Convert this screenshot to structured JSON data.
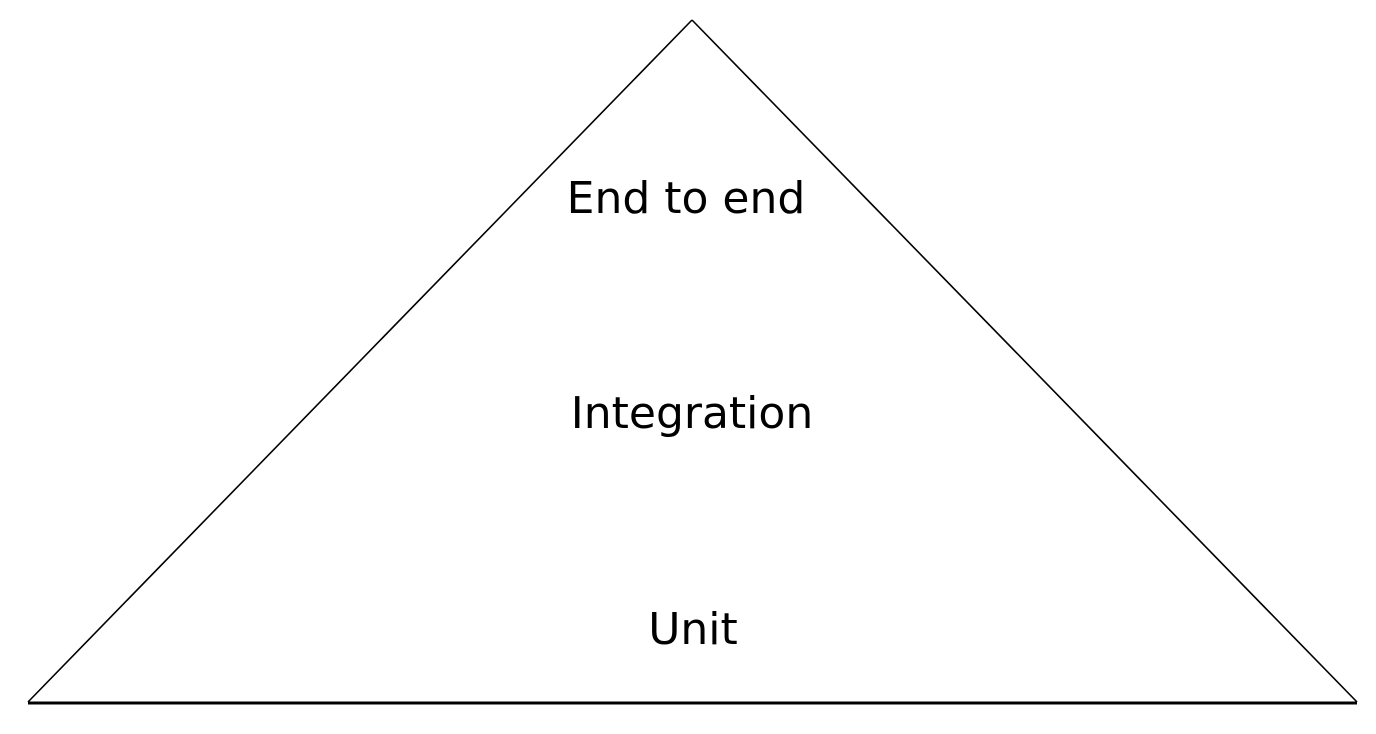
{
  "diagram": {
    "tiers": [
      {
        "label": "End to end"
      },
      {
        "label": "Integration"
      },
      {
        "label": "Unit"
      }
    ]
  },
  "colors": {
    "stroke": "#000000",
    "text": "#000000",
    "background": "#ffffff"
  }
}
